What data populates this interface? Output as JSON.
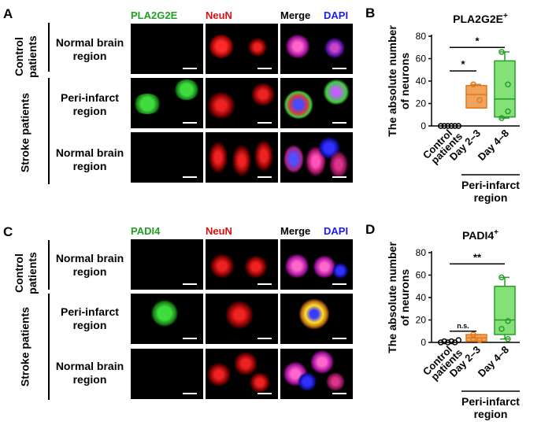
{
  "figure_a": {
    "panel_letter": "A",
    "channels": {
      "c1": "PLA2G2E",
      "c2": "NeuN",
      "c3": "Merge",
      "c4": "DAPI"
    },
    "groups": {
      "control": "Control patients",
      "stroke": "Stroke patients"
    },
    "rows": [
      "Normal brain region",
      "Peri-infarct region",
      "Normal brain region"
    ]
  },
  "figure_c": {
    "panel_letter": "C",
    "channels": {
      "c1": "PADI4",
      "c2": "NeuN",
      "c3": "Merge",
      "c4": "DAPI"
    },
    "groups": {
      "control": "Control patients",
      "stroke": "Stroke patients"
    },
    "rows": [
      "Normal brain region",
      "Peri-infarct region",
      "Normal brain region"
    ]
  },
  "colors": {
    "green": "#22a022",
    "red": "#dd1111",
    "blue": "#1a1aee",
    "orange": "#f0a35a",
    "lightgreen": "#86e07a"
  },
  "chart_data": [
    {
      "type": "box",
      "panel_letter": "B",
      "title": "PLA2G2E",
      "title_sup": "+",
      "ylabel": "The absolute number of neurons",
      "ylim": [
        0,
        80
      ],
      "yticks": [
        0,
        20,
        40,
        60,
        80
      ],
      "categories": [
        "Control patients",
        "Day 2–3",
        "Day 4–8"
      ],
      "group_label": "Peri-infarct region",
      "points": [
        [
          0,
          0,
          0,
          0,
          0,
          0
        ],
        [
          37,
          23,
          37
        ],
        [
          66,
          37,
          7,
          13
        ]
      ],
      "boxes": [
        null,
        {
          "q1": 16,
          "median": 28,
          "q3": 36,
          "min": 16,
          "max": 37
        },
        {
          "q1": 8,
          "median": 24,
          "q3": 58,
          "min": 7,
          "max": 66
        }
      ],
      "significance": [
        {
          "from": 0,
          "to": 1,
          "label": "*"
        },
        {
          "from": 0,
          "to": 2,
          "label": "*"
        }
      ]
    },
    {
      "type": "box",
      "panel_letter": "D",
      "title": "PADI4",
      "title_sup": "+",
      "ylabel": "The absolute number of neurons",
      "ylim": [
        0,
        80
      ],
      "yticks": [
        0,
        20,
        40,
        60,
        80
      ],
      "categories": [
        "Control patients",
        "Day 2–3",
        "Day 4–8"
      ],
      "group_label": "Peri-infarct region",
      "points": [
        [
          0,
          1,
          0,
          1,
          0,
          2
        ],
        [
          7,
          2,
          3
        ],
        [
          58,
          19,
          12,
          3
        ]
      ],
      "boxes": [
        null,
        {
          "q1": 1,
          "median": 4,
          "q3": 7,
          "min": 1,
          "max": 7
        },
        {
          "q1": 7,
          "median": 20,
          "q3": 50,
          "min": 3,
          "max": 58
        }
      ],
      "significance": [
        {
          "from": 0,
          "to": 1,
          "label": "n.s."
        },
        {
          "from": 0,
          "to": 2,
          "label": "**"
        }
      ]
    }
  ]
}
